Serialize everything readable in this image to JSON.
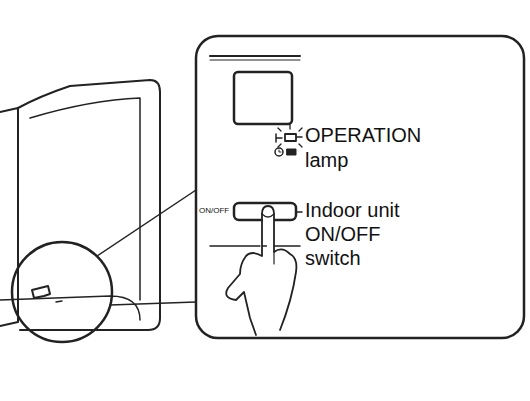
{
  "diagram": {
    "labels": [
      "OPERATION lamp",
      "Indoor unit ON/OFF switch",
      "ON/OFF"
    ]
  }
}
